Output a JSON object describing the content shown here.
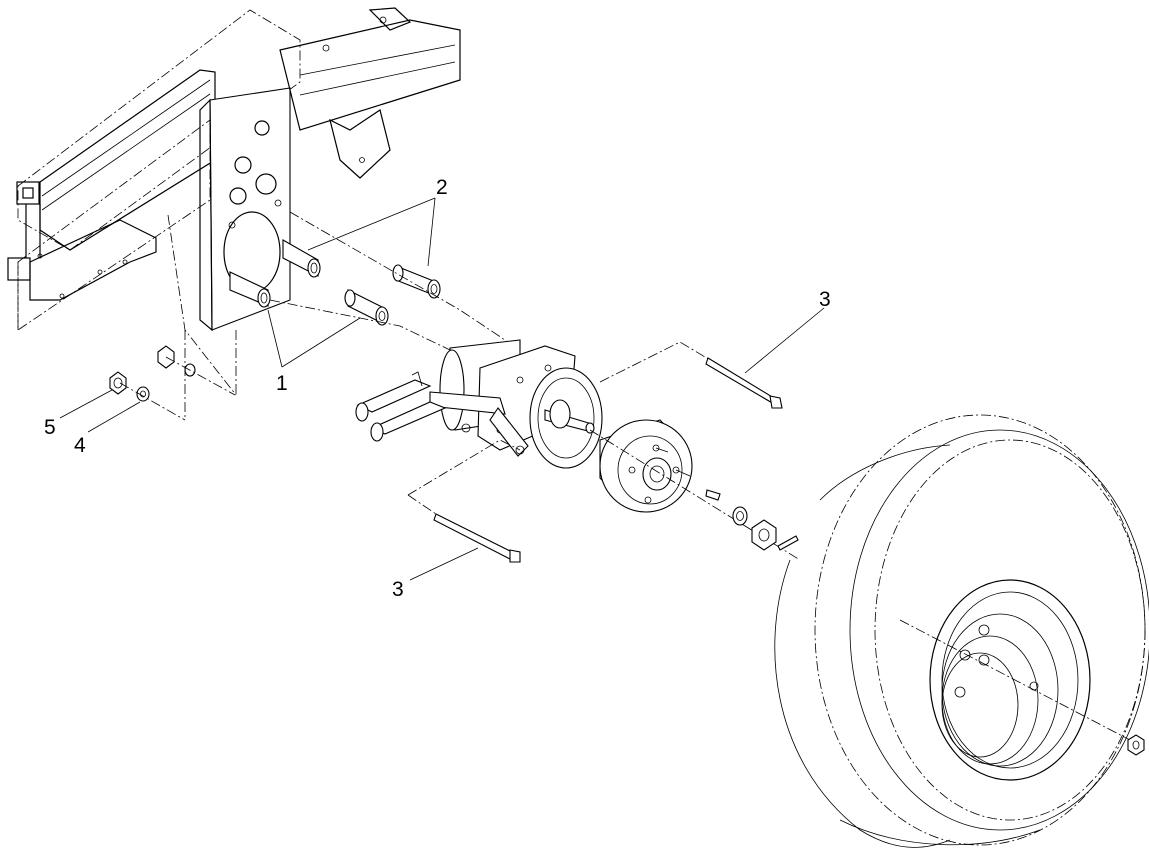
{
  "callouts": {
    "c1": "1",
    "c2": "2",
    "c3a": "3",
    "c3b": "3",
    "c4": "4",
    "c5": "5"
  }
}
